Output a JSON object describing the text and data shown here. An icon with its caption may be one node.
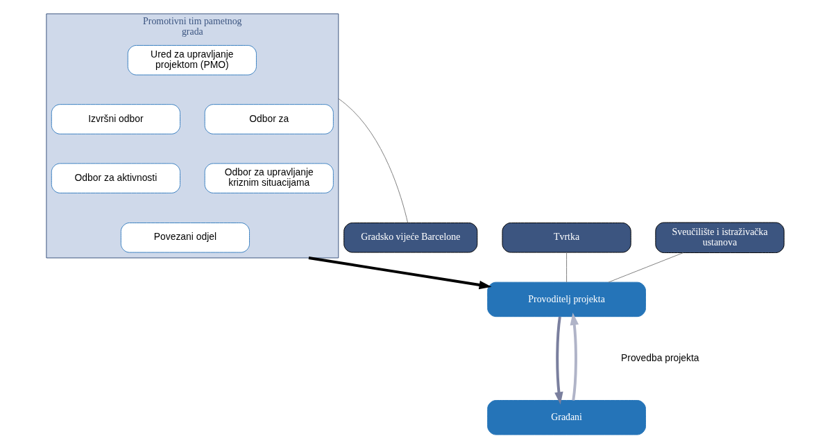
{
  "diagram": {
    "nodes": [
      {
        "text": [
          "Gradsko vijeće Barcelone"
        ]
      },
      {
        "text": [
          "Promotivni tim pametnog grada"
        ]
      },
      {
        "text": [
          "Ured za upravljanje projektom (PMO)"
        ],
        "in": 1
      },
      {
        "text": [
          "Izvršni odbor"
        ],
        "in": 1
      },
      {
        "text": [
          "Odbor za"
        ],
        "in": 1
      },
      {
        "text": [
          "Odbor za aktivnosti"
        ],
        "in": 1
      },
      {
        "text": [
          "Odbor za upravljanje kriznim situacijama"
        ],
        "in": 1
      },
      {
        "text": [
          "Povezani odjel"
        ],
        "in": 1
      },
      {
        "text": [
          "Tvrtka"
        ]
      },
      {
        "text": [
          "Provoditelj projekta"
        ]
      },
      {
        "text": [
          "Sveučilište i istraživačka ustanova"
        ]
      },
      {
        "text": [
          "Građani"
        ]
      }
    ],
    "edges": [
      {
        "from": 0,
        "to": 1,
        "arrow": "none"
      },
      {
        "from": 1,
        "to": 9,
        "arrow": "to",
        "style": "thick",
        "color": "#000000"
      },
      {
        "from": 8,
        "to": 9,
        "arrow": "none"
      },
      {
        "from": 10,
        "to": 9,
        "arrow": "none"
      },
      {
        "from": 9,
        "to": 11,
        "arrow": "to",
        "style": "thick",
        "color": "#7a7f9e"
      },
      {
        "from": 11,
        "to": 9,
        "arrow": "to",
        "style": "thick",
        "color": "#b0b4c8"
      }
    ],
    "labels": [
      "Provedba projekta"
    ]
  }
}
